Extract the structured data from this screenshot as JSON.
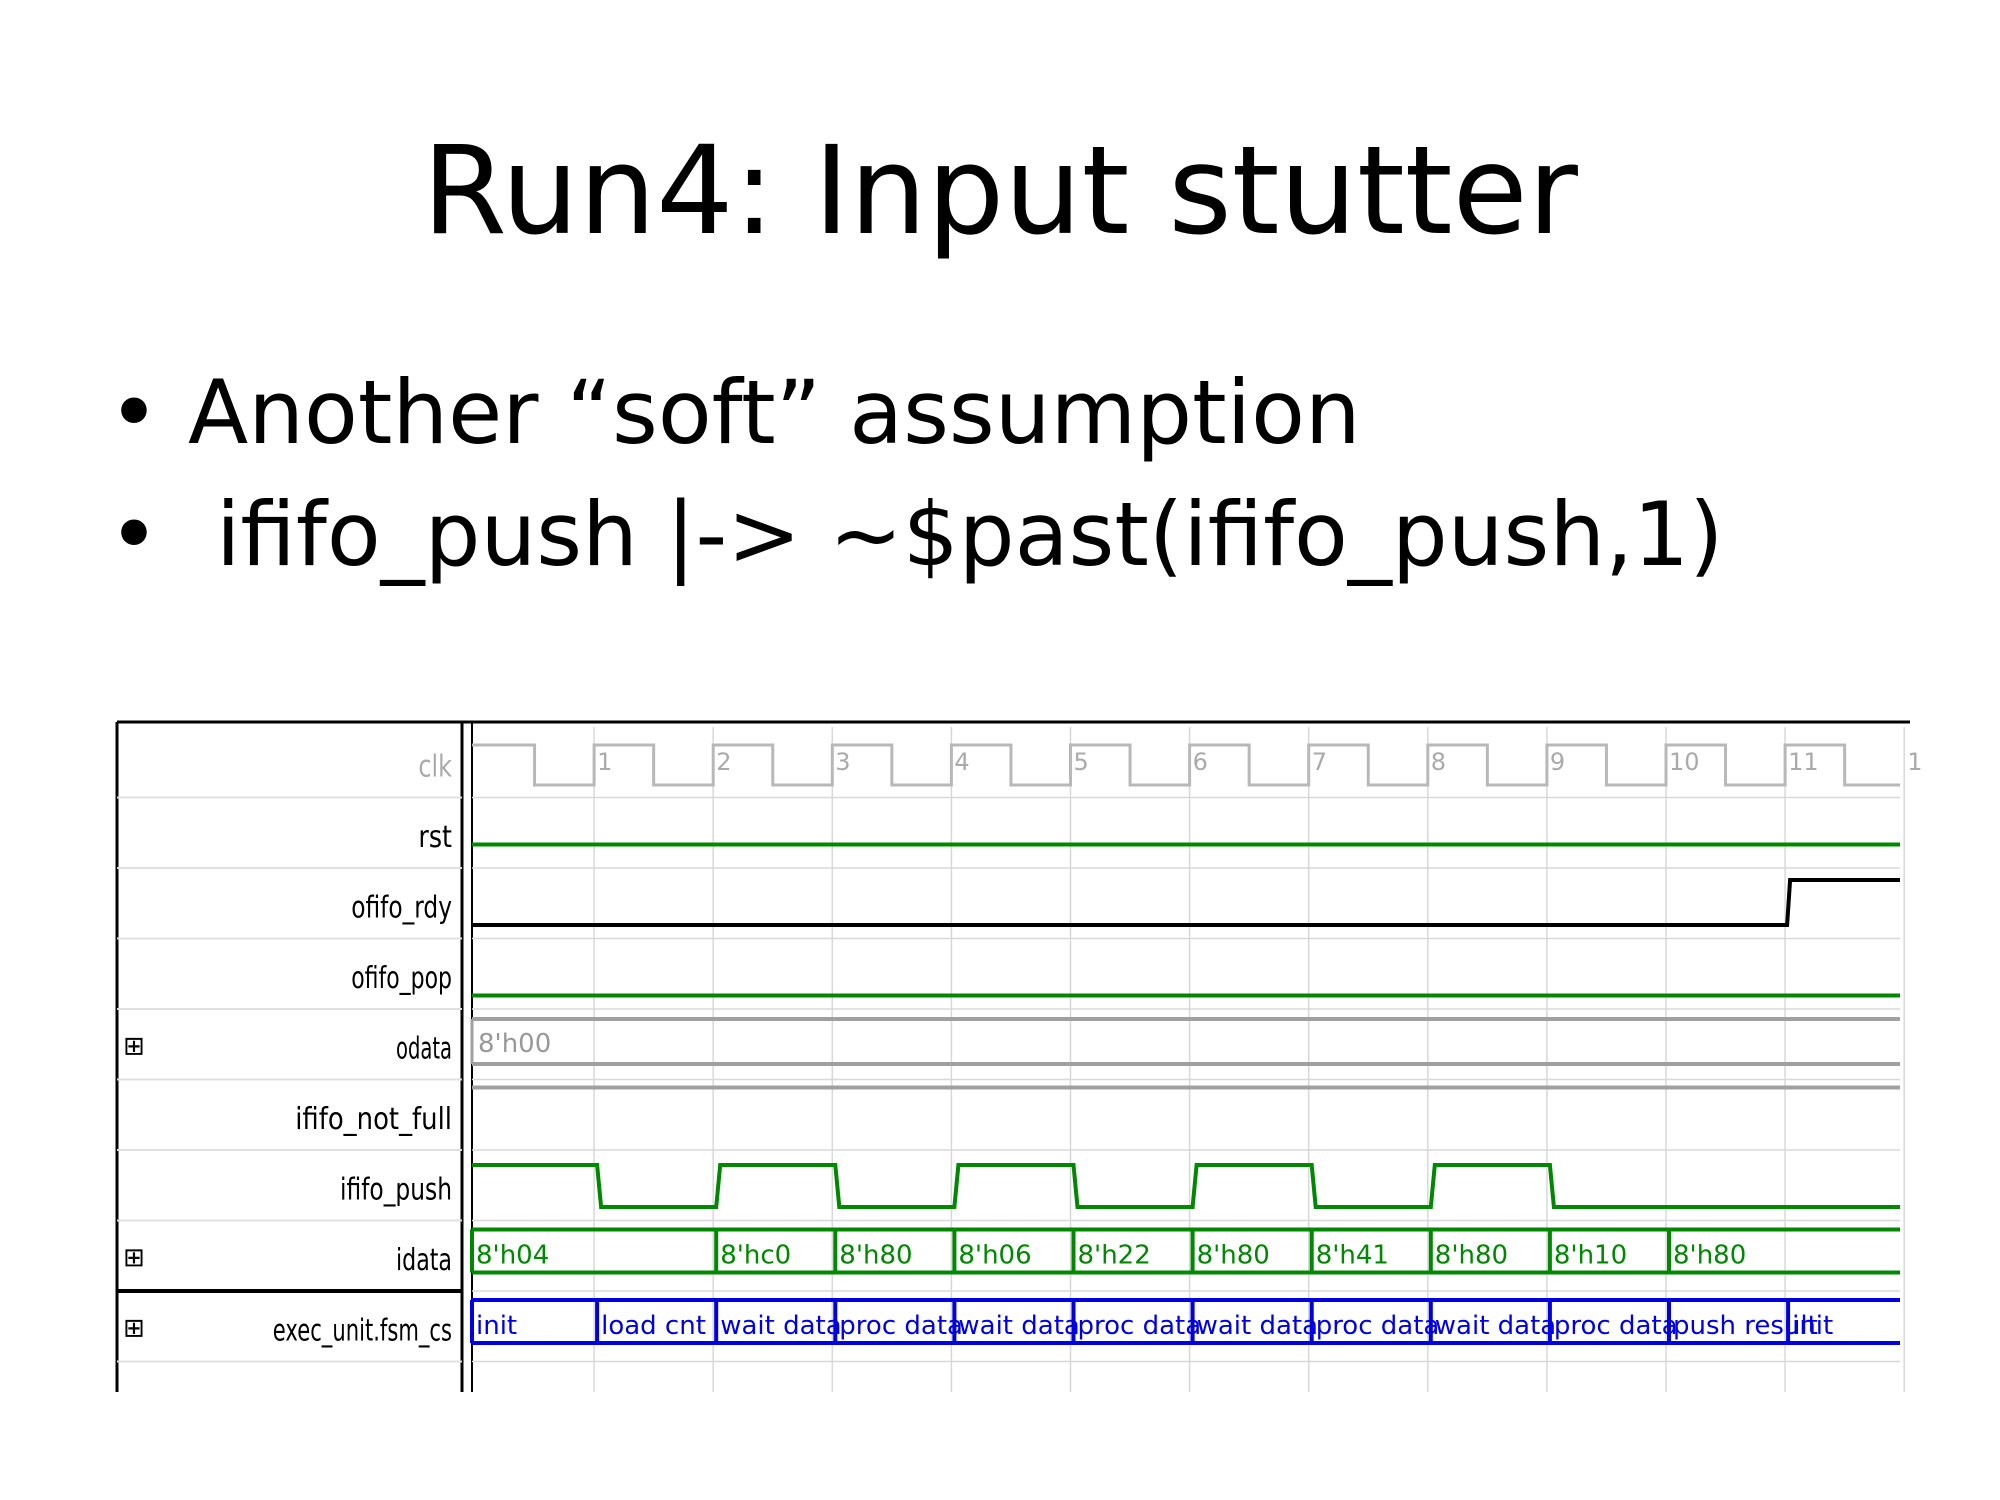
{
  "slide": {
    "title": "Run4: Input stutter",
    "bullets": [
      "Another “soft” assumption",
      " ififo_push |-> ~$past(ififo_push,1)"
    ]
  },
  "waveform": {
    "signals": [
      {
        "name": "clk",
        "expandable": false
      },
      {
        "name": "rst",
        "expandable": false
      },
      {
        "name": "ofifo_rdy",
        "expandable": false
      },
      {
        "name": "ofifo_pop",
        "expandable": false
      },
      {
        "name": "odata",
        "expandable": true
      },
      {
        "name": "ififo_not_full",
        "expandable": false
      },
      {
        "name": "ififo_push",
        "expandable": false
      },
      {
        "name": "idata",
        "expandable": true
      },
      {
        "name": "exec_unit.fsm_cs",
        "expandable": true
      }
    ],
    "expand_glyph": "⊞",
    "cycle_labels": [
      "1",
      "2",
      "3",
      "4",
      "5",
      "6",
      "7",
      "8",
      "9",
      "10",
      "11",
      "1"
    ],
    "odata_value": "8'h00",
    "idata_values": [
      "8'h04",
      "8'hc0",
      "8'h80",
      "8'h06",
      "8'h22",
      "8'h80",
      "8'h41",
      "8'h80",
      "8'h10",
      "8'h80"
    ],
    "idata_start_cycles": [
      0,
      2,
      3,
      4,
      5,
      6,
      7,
      8,
      9,
      10
    ],
    "fsm_values": [
      "init",
      "load cnt",
      "wait data",
      "proc data",
      "wait data",
      "proc data",
      "wait data",
      "proc data",
      "wait data",
      "proc data",
      "push result",
      "init"
    ],
    "ififo_push_levels": [
      1,
      0,
      1,
      0,
      1,
      0,
      1,
      0,
      1,
      0,
      0,
      0
    ],
    "ofifo_rdy_high_from_cycle": 11,
    "colors": {
      "green": "#008800",
      "black": "#000000",
      "blue": "#0000e0",
      "grey": "#a0a0a0",
      "grid": "#d8d8d8",
      "clk": "#b8b8b8"
    }
  }
}
